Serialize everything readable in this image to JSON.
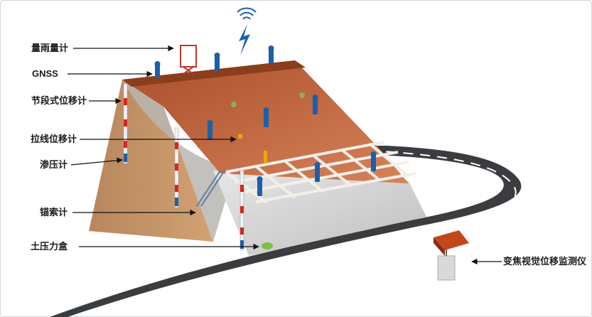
{
  "labels": [
    {
      "id": "rain-gauge",
      "text": "量雨量计"
    },
    {
      "id": "gnss",
      "text": "GNSS"
    },
    {
      "id": "segmented-displacement",
      "text": "节段式位移计"
    },
    {
      "id": "wire-displacement",
      "text": "拉线位移计"
    },
    {
      "id": "piezometer",
      "text": "渗压计"
    },
    {
      "id": "anchor-cable",
      "text": "锚索计"
    },
    {
      "id": "earth-pressure-cell",
      "text": "土压力盒"
    },
    {
      "id": "zoom-vision-monitor",
      "text": "变焦视觉位移监测仪"
    }
  ],
  "colors": {
    "slope_top": "#8b3d1c",
    "slope_face": "#c06a45",
    "soil_side": "#c78f5f",
    "road": "#3a3c3f",
    "sensor_blue": "#1d5fa8",
    "marker_red": "#d7261e",
    "lattice": "#f3efe9"
  }
}
